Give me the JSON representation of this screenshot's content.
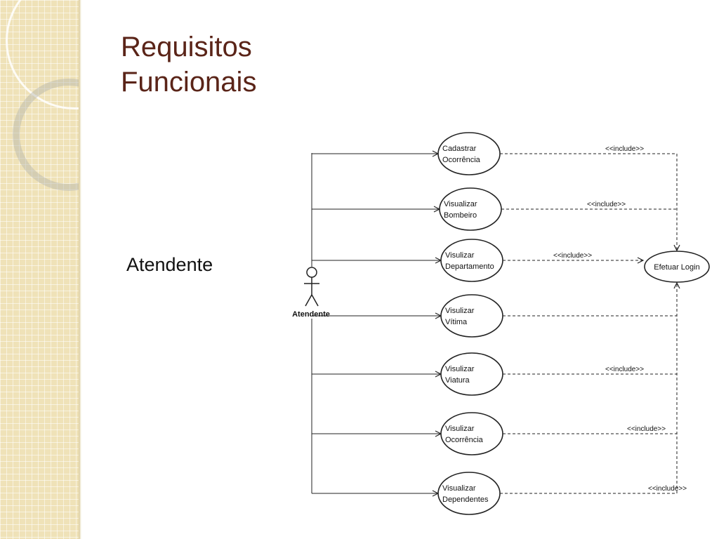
{
  "slide": {
    "title_lines": [
      "Requisitos",
      "Funcionais"
    ],
    "actor_caption": "Atendente"
  },
  "colors": {
    "sidebar": "#efe2b8",
    "title": "#5a2418",
    "diagram_line": "#222222"
  },
  "diagram": {
    "actor_name": "Atendente",
    "login_use_case": [
      "Efetuar Login"
    ],
    "include_label": "<<include>>",
    "use_cases": [
      {
        "lines": [
          "Cadastrar",
          "Ocorrência"
        ]
      },
      {
        "lines": [
          "Visualizar",
          "Bombeiro"
        ]
      },
      {
        "lines": [
          "Visulizar",
          "Departamento"
        ]
      },
      {
        "lines": [
          "Visulizar",
          "Vítima"
        ]
      },
      {
        "lines": [
          "Visulizar",
          "Viatura"
        ]
      },
      {
        "lines": [
          "Visulizar",
          "Ocorrência"
        ]
      },
      {
        "lines": [
          "Visualizar",
          "Dependentes"
        ]
      }
    ]
  }
}
